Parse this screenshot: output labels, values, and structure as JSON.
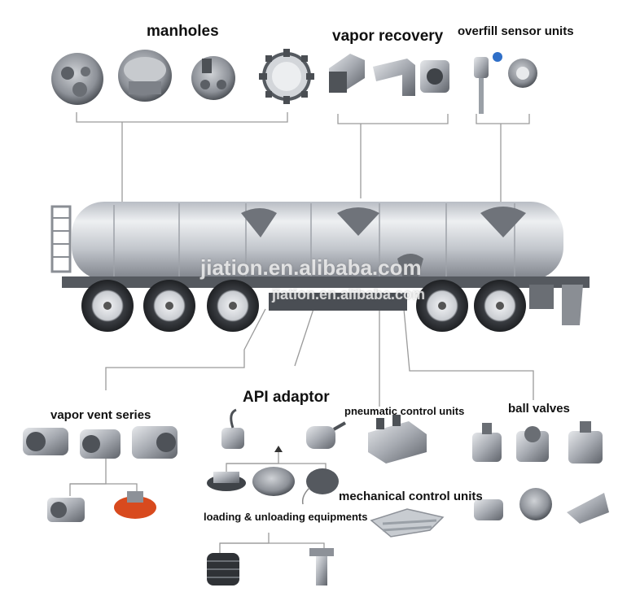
{
  "labels": {
    "manholes": "manholes",
    "vapor_recovery": "vapor recovery",
    "overfill_sensor_units": "overfill sensor units",
    "api_adaptor": "API adaptor",
    "vapor_vent_series": "vapor vent series",
    "pneumatic_control_units": "pneumatic control units",
    "ball_valves": "ball valves",
    "mechanical_control_units": "mechanical control units",
    "loading_unloading_equipments": "loading & unloading equipments"
  },
  "watermark": {
    "primary": "jiation.en.alibaba.com",
    "secondary": "jiation.en.alibaba.com"
  },
  "colors": {
    "leader_line": "#9a9a9a",
    "tank_light": "#e2e4e8",
    "tank_dark": "#8a8e96",
    "tire": "#2f3236",
    "metal": "#a9adb3"
  },
  "icons": {
    "manholes": [
      "manhole-icon",
      "manhole-icon",
      "manhole-icon",
      "manhole-icon"
    ],
    "vapor_recovery": [
      "vapor-recovery-valve-icon",
      "elbow-pipe-icon",
      "vapor-recovery-valve-icon"
    ],
    "overfill_sensor_units": [
      "overfill-probe-icon",
      "sensor-socket-icon"
    ],
    "vapor_vent": [
      "vent-coupler-icon",
      "vent-coupler-icon",
      "vent-coupler-icon",
      "vent-cap-icon",
      "vent-cap-icon"
    ],
    "api_adaptor": [
      "api-adaptor-icon",
      "api-adaptor-icon"
    ],
    "loading_unloading": [
      "dust-cap-icon",
      "dust-cap-icon",
      "dust-cap-icon",
      "hose-icon",
      "nozzle-icon"
    ],
    "pneumatic": [
      "pneumatic-valve-block-icon"
    ],
    "ball_valves": [
      "ball-valve-icon",
      "ball-valve-icon",
      "ball-valve-icon",
      "ball-valve-icon",
      "ball-valve-icon",
      "ball-valve-icon"
    ],
    "mechanical": [
      "mechanical-control-icon"
    ]
  }
}
